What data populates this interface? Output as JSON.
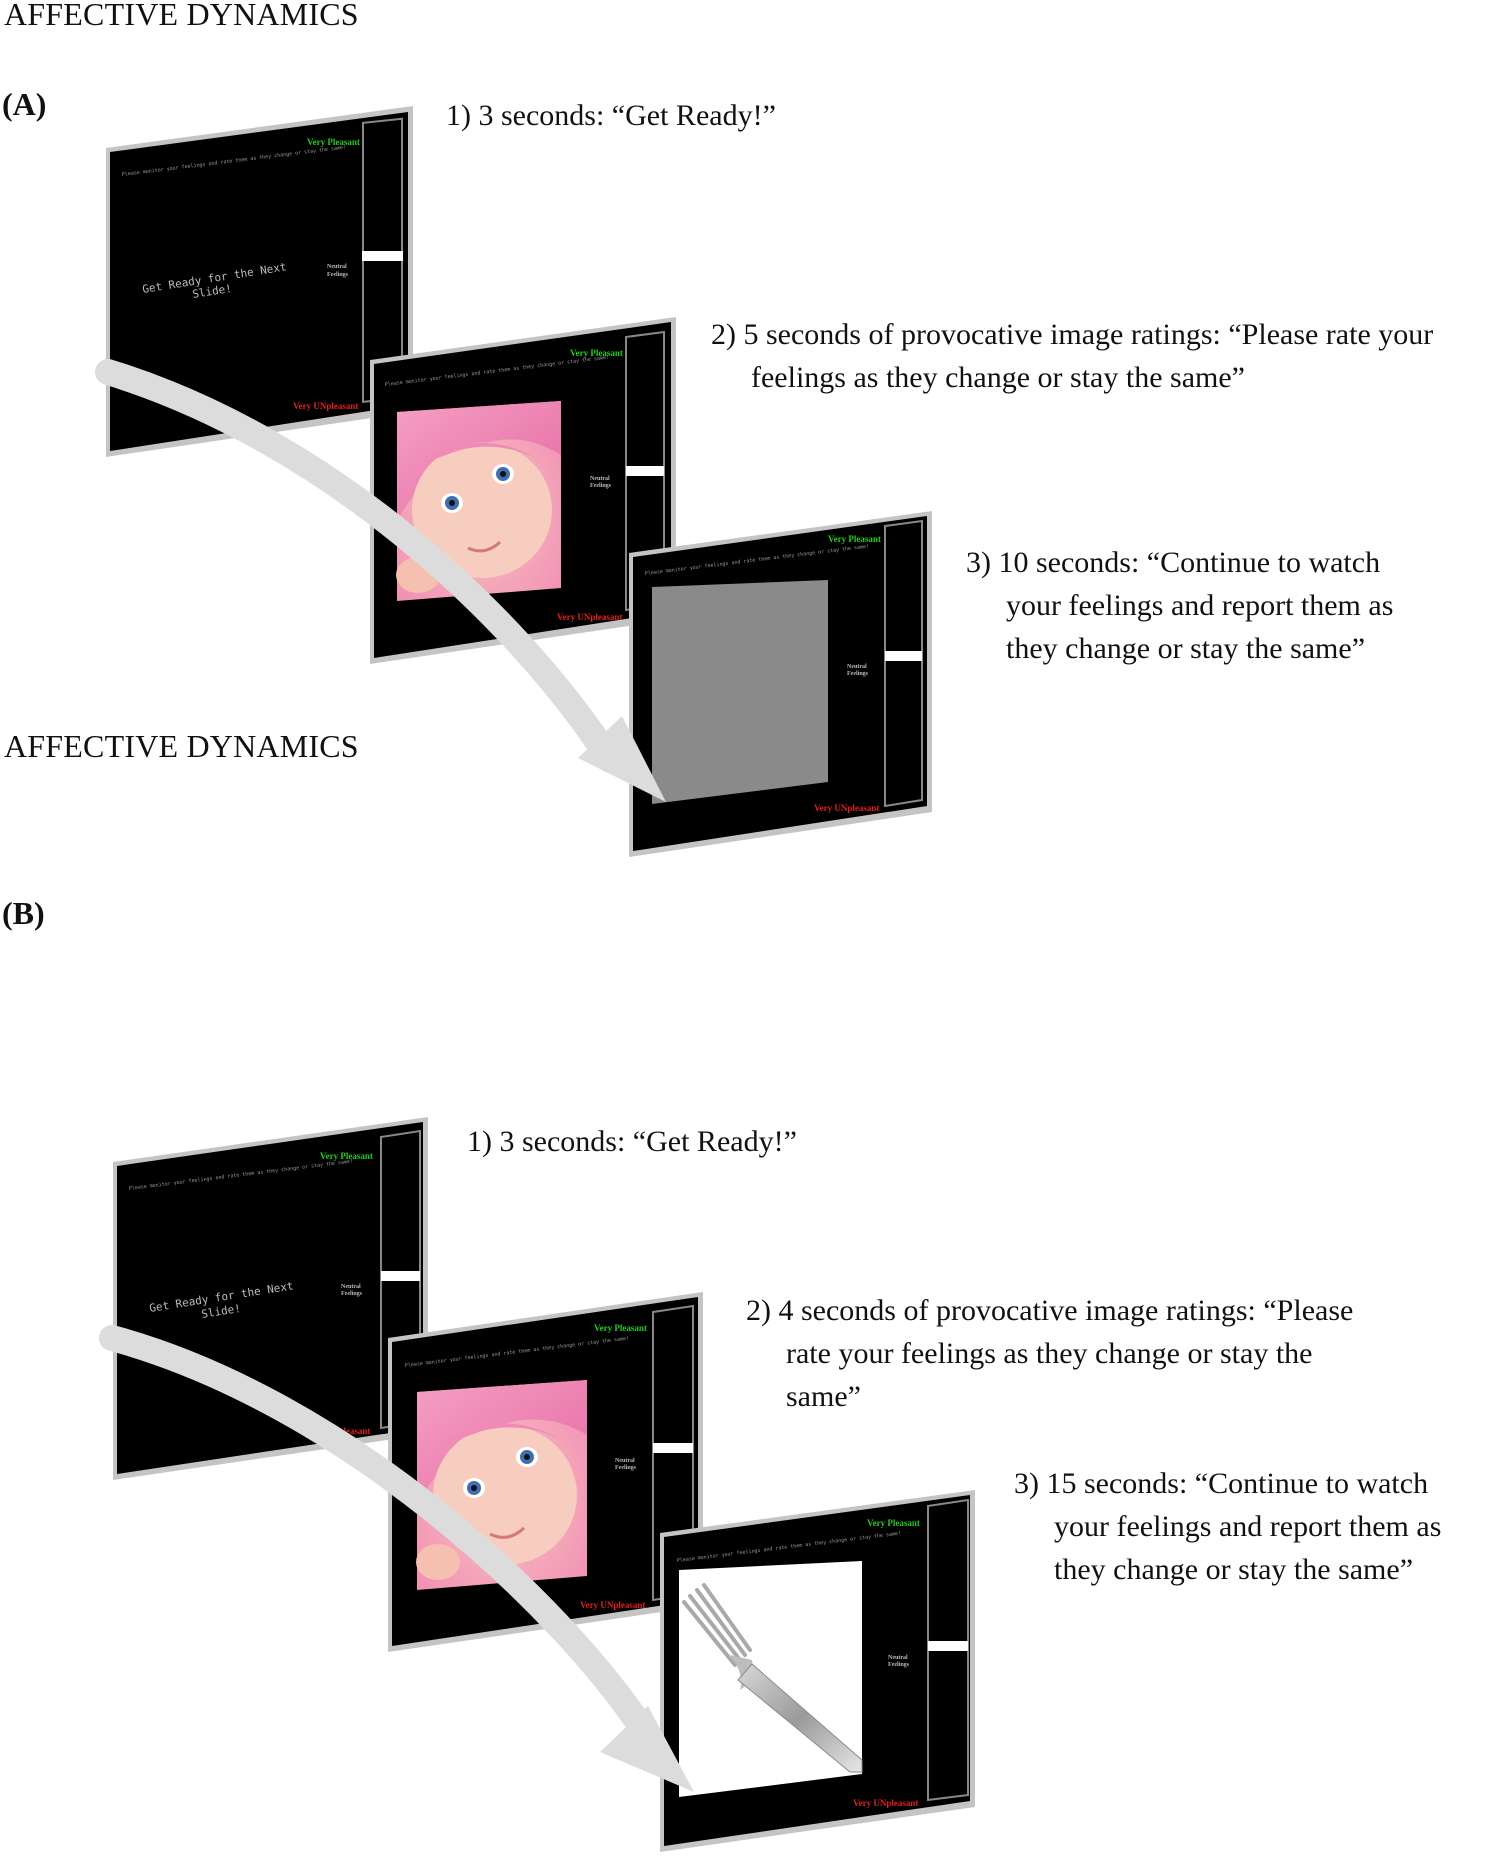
{
  "figure": {
    "top_heading": "AFFECTIVE DYNAMICS",
    "bottom_heading": "AFFECTIVE DYNAMICS"
  },
  "colors": {
    "slide_bg": "#000000",
    "frame_shadow": "#bdbdbd",
    "pleasant_label": "#22cc22",
    "unpleasant_label": "#e02020",
    "gray_square": "#8a8a8a",
    "arrow": "#dcdcdc"
  },
  "slide_text": {
    "instruction": "Please monitor your feelings and rate them as they change or stay the same!",
    "get_ready": "Get Ready for the Next Slide!",
    "get_ready_line1": "Get Ready for the Next",
    "get_ready_line2": "Slide!",
    "very_pleasant": "Very Pleasant",
    "very_unpleasant": "Very UNpleasant",
    "neutral_line1": "Neutral",
    "neutral_line2": "Feelings"
  },
  "panel_a": {
    "label": "(A)",
    "steps": [
      {
        "first": "1) 3 seconds: “Get Ready!”",
        "rest": []
      },
      {
        "first": "2) 5 seconds of provocative image ratings: “Please rate your",
        "rest": [
          "feelings as they change or stay the same”"
        ]
      },
      {
        "first": "3) 10 seconds: “Continue to watch",
        "rest": [
          "your feelings and report them as",
          "they change or stay the same”"
        ]
      }
    ],
    "slides": [
      {
        "content": "get-ready"
      },
      {
        "content": "baby-photo"
      },
      {
        "content": "gray-square"
      }
    ]
  },
  "panel_b": {
    "label": "(B)",
    "steps": [
      {
        "first": "1) 3 seconds: “Get Ready!”",
        "rest": []
      },
      {
        "first": "2) 4 seconds of provocative image ratings: “Please",
        "rest": [
          "rate your feelings as they change or stay the",
          "same”"
        ]
      },
      {
        "first": "3) 15 seconds: “Continue to watch",
        "rest": [
          "your feelings and report them as",
          "they change or stay the same”"
        ]
      }
    ],
    "slides": [
      {
        "content": "get-ready"
      },
      {
        "content": "baby-photo"
      },
      {
        "content": "fork-photo"
      }
    ]
  }
}
